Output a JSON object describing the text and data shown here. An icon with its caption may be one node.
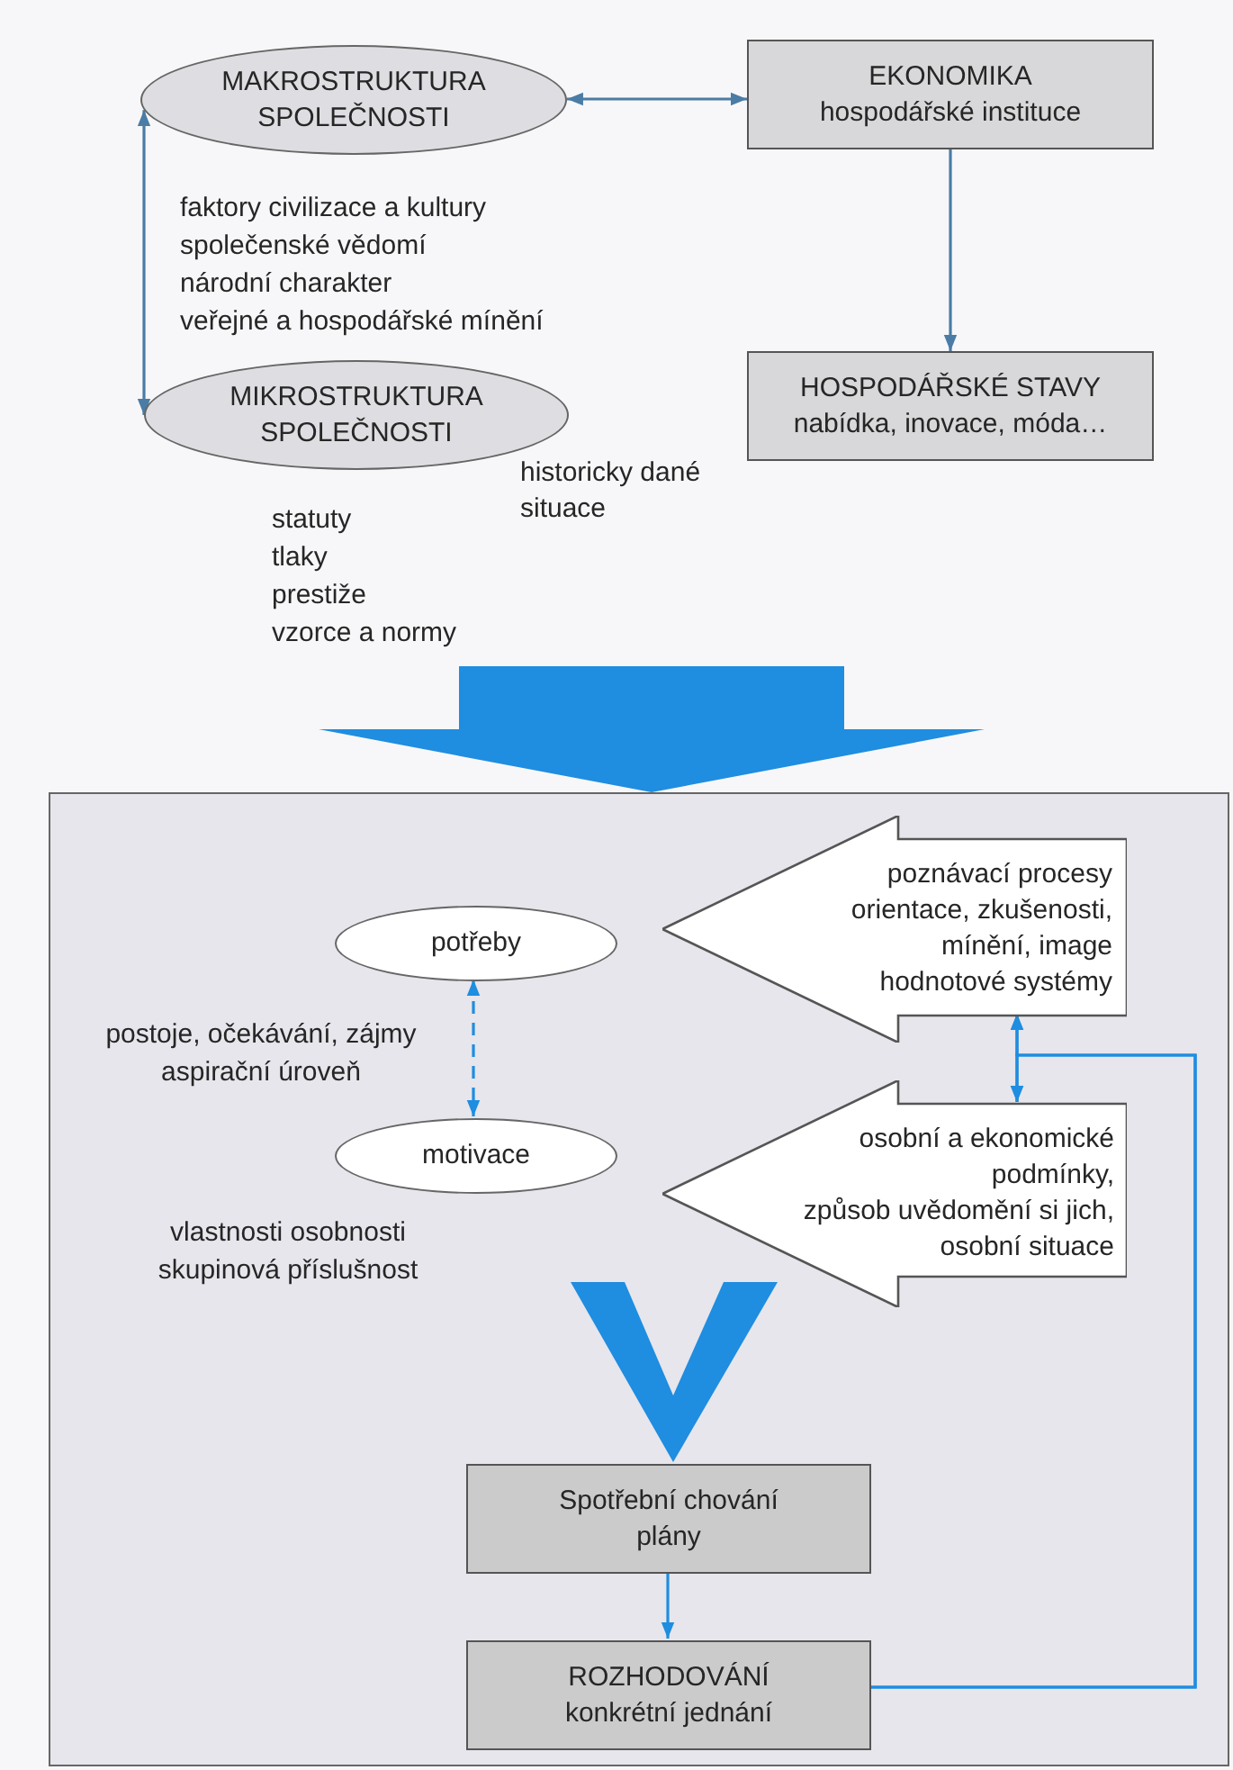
{
  "diagram": {
    "nodes": [
      {
        "text": [
          "MAKROSTRUKTURA SPOLEČNOSTI"
        ]
      },
      {
        "text": [
          "EKONOMIKA",
          "hospodářské instituce"
        ]
      },
      {
        "text": [
          "MIKROSTRUKTURA SPOLEČNOSTI"
        ]
      },
      {
        "text": [
          "HOSPODÁŘSKÉ STAVY",
          "nabídka, inovace, móda…"
        ]
      },
      {
        "text": [],
        "shape": "box"
      },
      {
        "text": [
          "potřeby"
        ],
        "in": 4
      },
      {
        "text": [
          "motivace"
        ],
        "in": 4
      },
      {
        "text": [
          "poznávací procesy",
          "orientace, zkušenosti, mínění, image",
          "hodnotové systémy"
        ],
        "in": 4
      },
      {
        "text": [
          "osobní a ekonomické podmínky,",
          "způsob uvědomění si jich,",
          "osobní situace"
        ],
        "in": 4
      },
      {
        "text": [
          "Spotřební chování",
          "plány"
        ],
        "in": 4
      },
      {
        "text": [
          "ROZHODOVÁNÍ",
          "konkrétní jednání"
        ],
        "in": 4
      }
    ],
    "edges": [
      {
        "from": 0,
        "to": 1,
        "arrow": "both",
        "color": "#4a7ca6"
      },
      {
        "from": 0,
        "to": 2,
        "arrow": "both",
        "color": "#4a7ca6"
      },
      {
        "from": 1,
        "to": 3,
        "arrow": "to",
        "color": "#4a7ca6"
      },
      {
        "from": null,
        "to": 4,
        "arrow": "to",
        "style": "thick"
      },
      {
        "from": 5,
        "to": 6,
        "arrow": "both",
        "style": "dashed"
      },
      {
        "from": null,
        "to": 9,
        "arrow": "to",
        "style": "thick"
      },
      {
        "from": 9,
        "to": 10,
        "arrow": "to"
      },
      {
        "from": 7,
        "to": 8,
        "arrow": "both"
      },
      {
        "from": 10,
        "to": 7,
        "arrow": "to"
      },
      {
        "from": 10,
        "to": 8,
        "arrow": "to"
      }
    ],
    "labels": [
      "faktory civilizace a kultury",
      "společenské vědomí",
      "národní charakter",
      "veřejné a hospodářské mínění",
      "historicky dané situace",
      "statuty",
      "tlaky",
      "prestiže",
      "vzorce a normy",
      "postoje, očekávání, zájmy",
      "aspirační úroveň",
      "vlastnosti osobnosti",
      "skupinová příslušnost"
    ]
  }
}
